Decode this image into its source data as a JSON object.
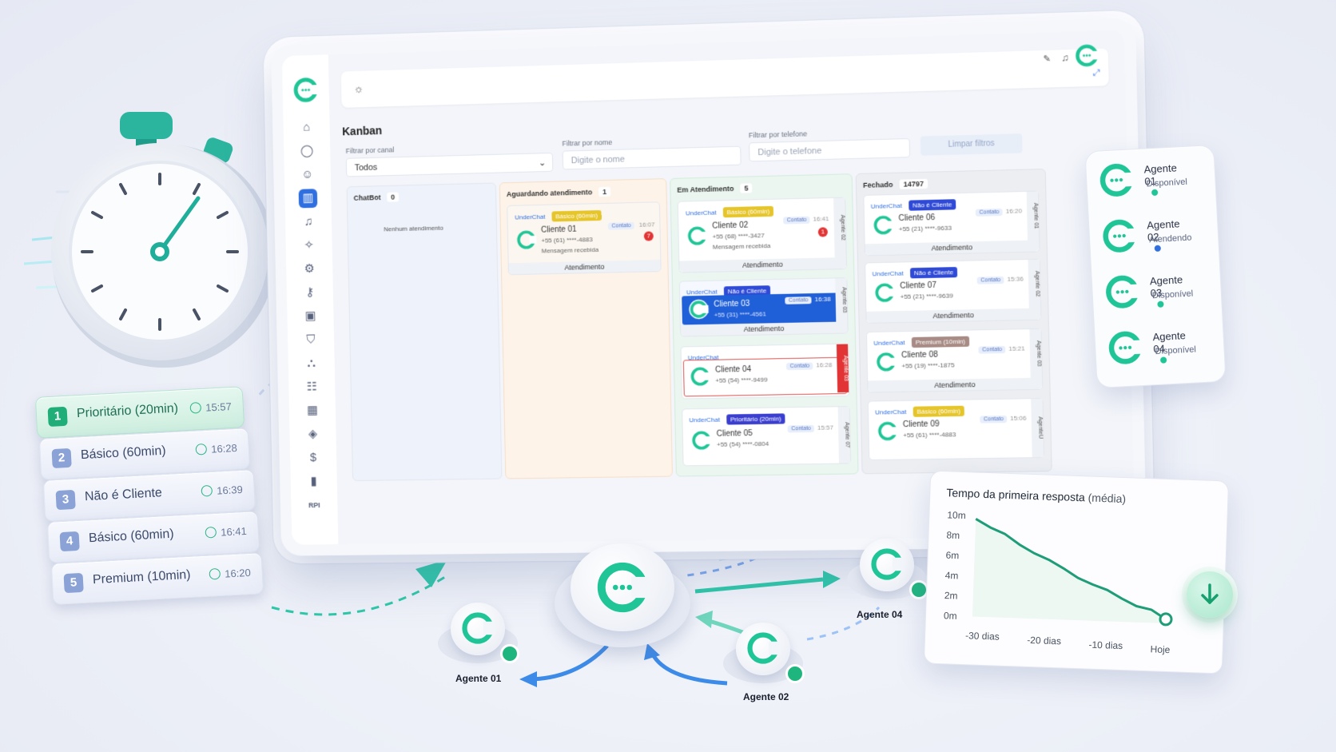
{
  "colors": {
    "accent": "#1fc596",
    "primary": "#2f6fe0",
    "danger": "#e23434"
  },
  "priority_list": [
    {
      "num": "1",
      "label": "Prioritário (20min)",
      "time": "15:57"
    },
    {
      "num": "2",
      "label": "Básico (60min)",
      "time": "16:28"
    },
    {
      "num": "3",
      "label": "Não é Cliente",
      "time": "16:39"
    },
    {
      "num": "4",
      "label": "Básico (60min)",
      "time": "16:41"
    },
    {
      "num": "5",
      "label": "Premium (10min)",
      "time": "16:20"
    }
  ],
  "app": {
    "title": "Kanban",
    "sidebar_bottom": "RPI",
    "filters": {
      "channel_label": "Filtrar por canal",
      "channel_value": "Todos",
      "name_label": "Filtrar por nome",
      "name_placeholder": "Digite o nome",
      "phone_label": "Filtrar por telefone",
      "phone_placeholder": "Digite o telefone",
      "clear": "Limpar filtros"
    },
    "columns": [
      {
        "title": "ChatBot",
        "count": "0",
        "empty": "Nenhum atendimento"
      },
      {
        "title": "Aguardando atendimento",
        "count": "1"
      },
      {
        "title": "Em Atendimento",
        "count": "5"
      },
      {
        "title": "Fechado",
        "count": "14797"
      }
    ],
    "cards": {
      "c01": {
        "source": "UnderChat",
        "tag": "Básico (60min)",
        "name": "Cliente 01",
        "phone": "+55 (61) ****-4883",
        "msg": "Mensagem recebida",
        "badge": "Contato",
        "time": "16:07",
        "unread": "7",
        "foot": "Atendimento"
      },
      "c02": {
        "source": "UnderChat",
        "tag": "Básico (60min)",
        "name": "Cliente 02",
        "phone": "+55 (68) ****-3427",
        "msg": "Mensagem recebida",
        "badge": "Contato",
        "time": "16:41",
        "unread": "1",
        "foot": "Atendimento",
        "agent": "Agente 02"
      },
      "c03": {
        "source": "UnderChat",
        "tag": "Não é Cliente",
        "name": "Cliente 03",
        "phone": "+55 (31) ****-4561",
        "badge": "Contato",
        "time": "16:38",
        "foot": "Atendimento",
        "agent": "Agente 03"
      },
      "c04": {
        "source": "UnderChat",
        "name": "Cliente 04",
        "phone": "+55 (54) ****-9499",
        "badge": "Contato",
        "time": "16:28",
        "agent": "Agente 03"
      },
      "c05": {
        "source": "UnderChat",
        "tag": "Prioritário (20min)",
        "name": "Cliente 05",
        "phone": "+55 (54) ****-0804",
        "badge": "Contato",
        "time": "15:57",
        "agent": "Agente 07"
      },
      "c06": {
        "source": "UnderChat",
        "tag": "Não é Cliente",
        "name": "Cliente 06",
        "phone": "+55 (21) ****-9633",
        "badge": "Contato",
        "time": "16:20",
        "foot": "Atendimento",
        "agent": "Agente 01"
      },
      "c07": {
        "source": "UnderChat",
        "tag": "Não é Cliente",
        "name": "Cliente 07",
        "phone": "+55 (21) ****-9639",
        "badge": "Contato",
        "time": "15:36",
        "foot": "Atendimento",
        "agent": "Agente 02"
      },
      "c08": {
        "source": "UnderChat",
        "tag": "Premium (10min)",
        "name": "Cliente 08",
        "phone": "+55 (19) ****-1875",
        "badge": "Contato",
        "time": "15:21",
        "foot": "Atendimento",
        "agent": "Agente 03"
      },
      "c09": {
        "source": "UnderChat",
        "tag": "Básico (60min)",
        "name": "Cliente 09",
        "phone": "+55 (61) ****-4883",
        "badge": "Contato",
        "time": "15:06",
        "agent": "AgenteU"
      }
    }
  },
  "agents": [
    {
      "name": "Agente 01",
      "status": "Disponível",
      "color": "#1fc596"
    },
    {
      "name": "Agente 02",
      "status": "Atendendo",
      "color": "#2f6fe0"
    },
    {
      "name": "Agente 03",
      "status": "Disponível",
      "color": "#1fc596"
    },
    {
      "name": "Agente 04",
      "status": "Disponível",
      "color": "#1fc596"
    }
  ],
  "flow_nodes": {
    "a1": "Agente 01",
    "a2": "Agente 02",
    "a4": "Agente 04"
  },
  "chart_data": {
    "type": "line",
    "title": "Tempo da primeira resposta",
    "title_suffix": "(média)",
    "x": [
      "-30 dias",
      "-20 dias",
      "-10 dias",
      "Hoje"
    ],
    "y_ticks": [
      "10m",
      "8m",
      "6m",
      "4m",
      "2m",
      "0m"
    ],
    "ylim": [
      0,
      10
    ],
    "series": [
      {
        "values": [
          9.7,
          8.9,
          8.3,
          7.3,
          6.5,
          5.9,
          5.1,
          4.2,
          3.6,
          3.1,
          2.3,
          1.6,
          1.3,
          0.4
        ]
      }
    ],
    "x_range": [
      -30,
      0
    ]
  }
}
